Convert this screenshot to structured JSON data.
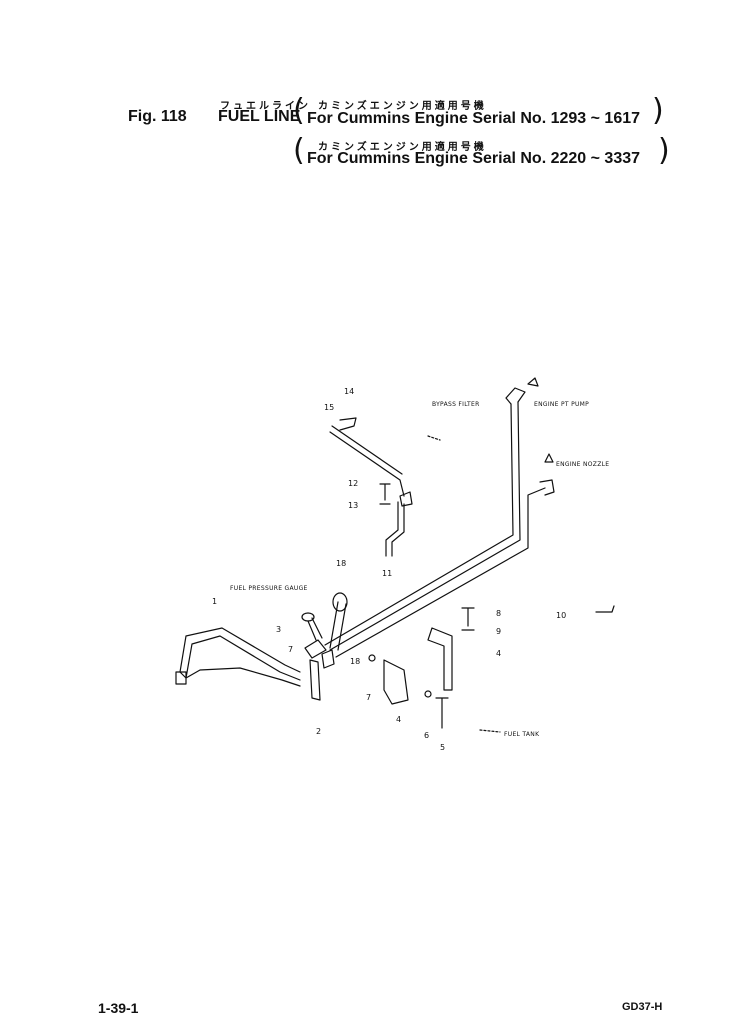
{
  "header": {
    "fig_label": "Fig. 118",
    "title_jp": "フュエルライン",
    "title_en": "FUEL LINE",
    "lines": [
      {
        "jp": "カミンズエンジン用適用号機",
        "en": "For Cummins Engine Serial No. 1293 ~ 1617"
      },
      {
        "jp": "カミンズエンジン用適用号機",
        "en": "For Cummins Engine Serial No. 2220 ~ 3337"
      }
    ]
  },
  "callouts": {
    "bypass_filter": "BYPASS FILTER",
    "engine_pt_pump": "ENGINE PT PUMP",
    "engine_nozzle": "ENGINE NOZZLE",
    "fuel_pressure_gauge": "FUEL PRESSURE GAUGE",
    "fuel_tank": "FUEL TANK"
  },
  "parts": {
    "p1": "1",
    "p2": "2",
    "p3": "3",
    "p4a": "4",
    "p4b": "4",
    "p5": "5",
    "p6": "6",
    "p7a": "7",
    "p7b": "7",
    "p8": "8",
    "p9": "9",
    "p10": "10",
    "p11": "11",
    "p12": "12",
    "p13": "13",
    "p14": "14",
    "p15": "15",
    "p18a": "18",
    "p18b": "18"
  },
  "footer": {
    "page_ref": "1-39-1",
    "model": "GD37-H"
  }
}
